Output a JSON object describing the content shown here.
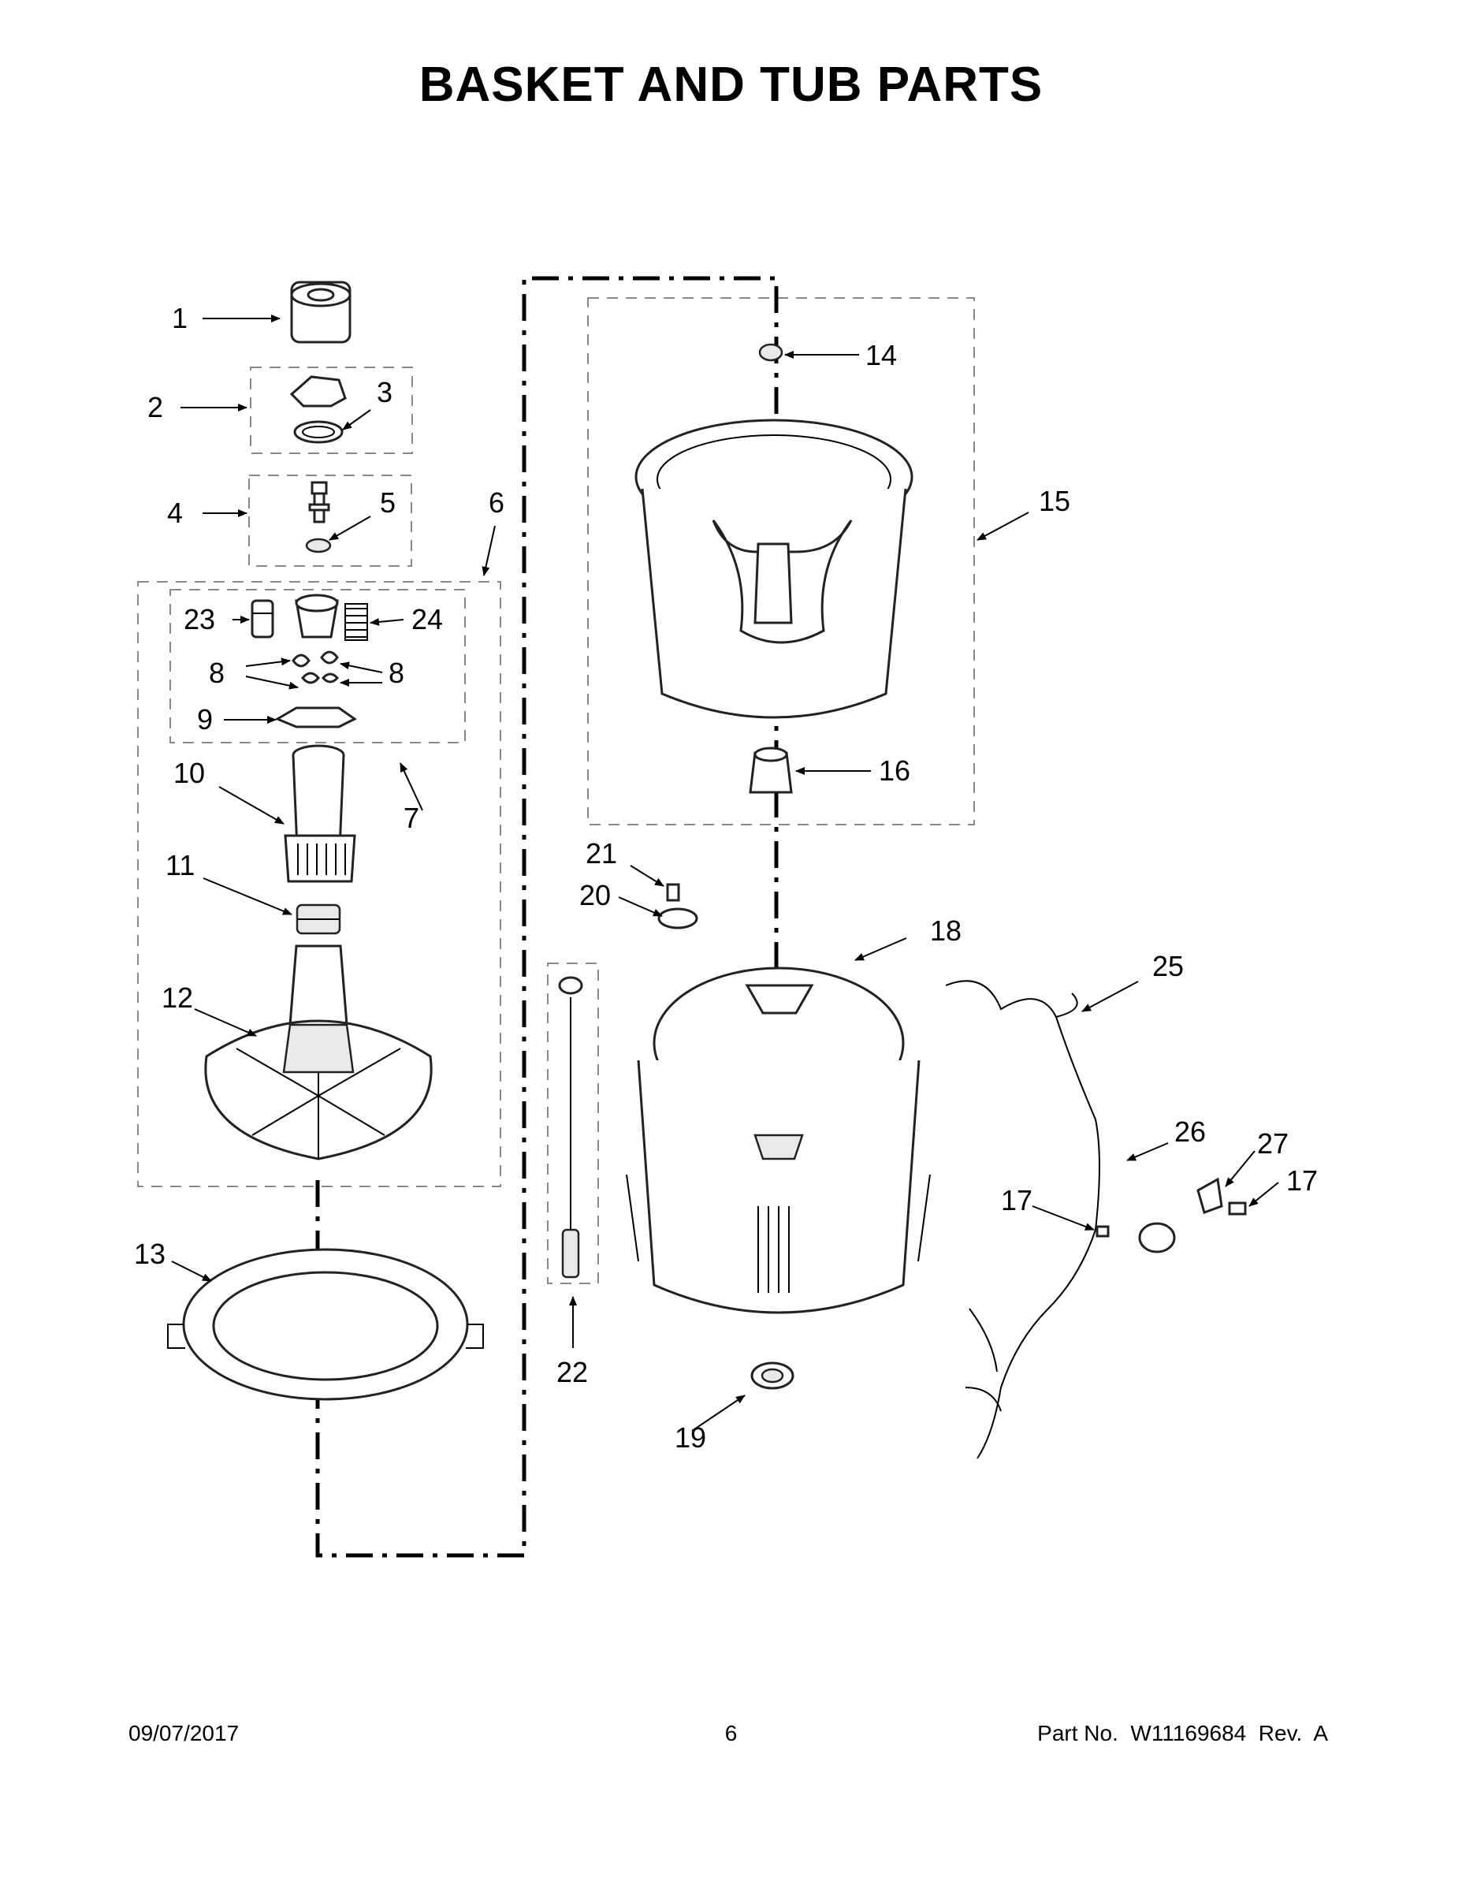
{
  "title": "BASKET AND TUB PARTS",
  "callouts": [
    "1",
    "2",
    "3",
    "4",
    "5",
    "6",
    "7",
    "8",
    "8",
    "9",
    "10",
    "11",
    "12",
    "13",
    "14",
    "15",
    "16",
    "17",
    "17",
    "18",
    "19",
    "20",
    "21",
    "22",
    "23",
    "24",
    "25",
    "26",
    "27"
  ],
  "footer": {
    "date": "09/07/2017",
    "page": "6",
    "part": "Part No.  W11169684  Rev.  A"
  }
}
